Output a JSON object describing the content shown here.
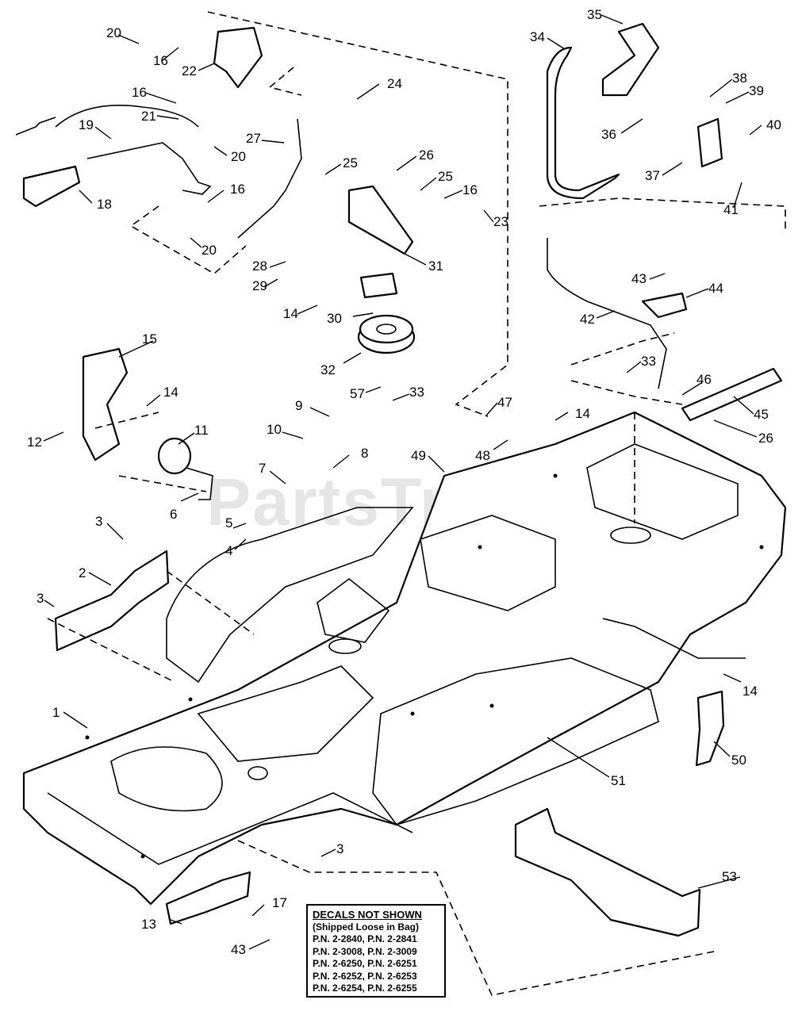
{
  "watermark": "PartsTree",
  "decals_box": {
    "title": "DECALS NOT SHOWN",
    "subtitle": "(Shipped Loose in Bag)",
    "lines": [
      "P.N. 2-2840, P.N. 2-2841",
      "P.N. 2-3008, P.N. 2-3009",
      "P.N. 2-6250, P.N. 2-6251",
      "P.N. 2-6252, P.N. 2-6253",
      "P.N. 2-6254, P.N. 2-6255"
    ]
  },
  "callouts": {
    "c1": "1",
    "c2": "2",
    "c3a": "3",
    "c3b": "3",
    "c3c": "3",
    "c4": "4",
    "c5": "5",
    "c6": "6",
    "c7": "7",
    "c8": "8",
    "c9": "9",
    "c10": "10",
    "c11": "11",
    "c12": "12",
    "c13": "13",
    "c14a": "14",
    "c14b": "14",
    "c14c": "14",
    "c14d": "14",
    "c15": "15",
    "c16a": "16",
    "c16b": "16",
    "c16c": "16",
    "c16d": "16",
    "c17": "17",
    "c18": "18",
    "c19": "19",
    "c20a": "20",
    "c20b": "20",
    "c20c": "20",
    "c21": "21",
    "c22": "22",
    "c23": "23",
    "c24": "24",
    "c25a": "25",
    "c25b": "25",
    "c26a": "26",
    "c26b": "26",
    "c27": "27",
    "c28": "28",
    "c29": "29",
    "c30": "30",
    "c31": "31",
    "c32": "32",
    "c33a": "33",
    "c33b": "33",
    "c34": "34",
    "c35": "35",
    "c36": "36",
    "c37": "37",
    "c38": "38",
    "c39": "39",
    "c40": "40",
    "c41": "41",
    "c42": "42",
    "c43a": "43",
    "c43b": "43",
    "c44": "44",
    "c45": "45",
    "c46": "46",
    "c47": "47",
    "c48": "48",
    "c49": "49",
    "c50": "50",
    "c51": "51",
    "c53": "53",
    "c57": "57"
  }
}
